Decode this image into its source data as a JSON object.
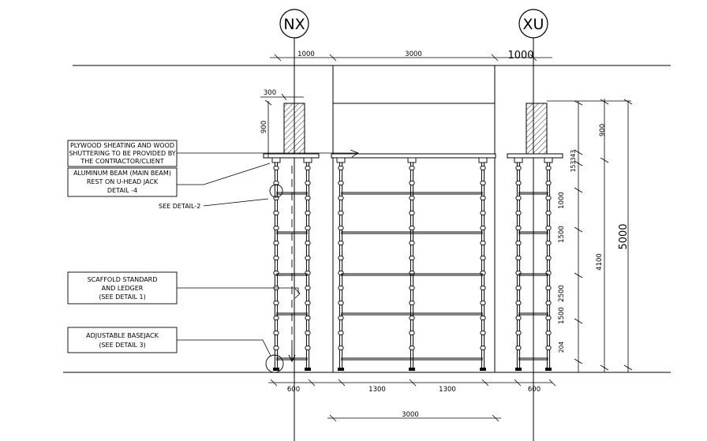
{
  "grid_labels": {
    "left": "NX",
    "right": "XU"
  },
  "top_dims": {
    "left": "1000",
    "middle": "3000",
    "right": "1000",
    "beam_width": "300"
  },
  "callouts": {
    "plywood": [
      "PLYWOOD SHEATING AND WOOD",
      "SHUTTERING TO BE PROVIDED BY",
      "THE CONTRACTOR/CLIENT"
    ],
    "aluminum": [
      "ALUMINUM BEAM (MAIN BEAM)",
      "REST ON U-HEAD JACK",
      "DETAIL -4"
    ],
    "see_detail": "SEE DETAIL-2",
    "scaffold": [
      "SCAFFOLD STANDARD",
      "AND LEDGER",
      "(SEE DETAIL 1)"
    ],
    "basejack": [
      "ADJUSTABLE BASEJACK",
      "(SEE DETAIL 3)"
    ]
  },
  "left_dims": {
    "beam_depth": "900"
  },
  "right_dims": {
    "beam_depth": "900",
    "small_1": "153",
    "small_2": "343",
    "lift_1": "1000",
    "lift_2": "1500",
    "lift_3": "2500",
    "lift_4": "1500",
    "base": "204",
    "prop_total": "4100",
    "overall": "5000"
  },
  "bottom_dims": {
    "left": "600",
    "bay_1": "1300",
    "bay_2": "1300",
    "right": "600",
    "total": "3000"
  }
}
